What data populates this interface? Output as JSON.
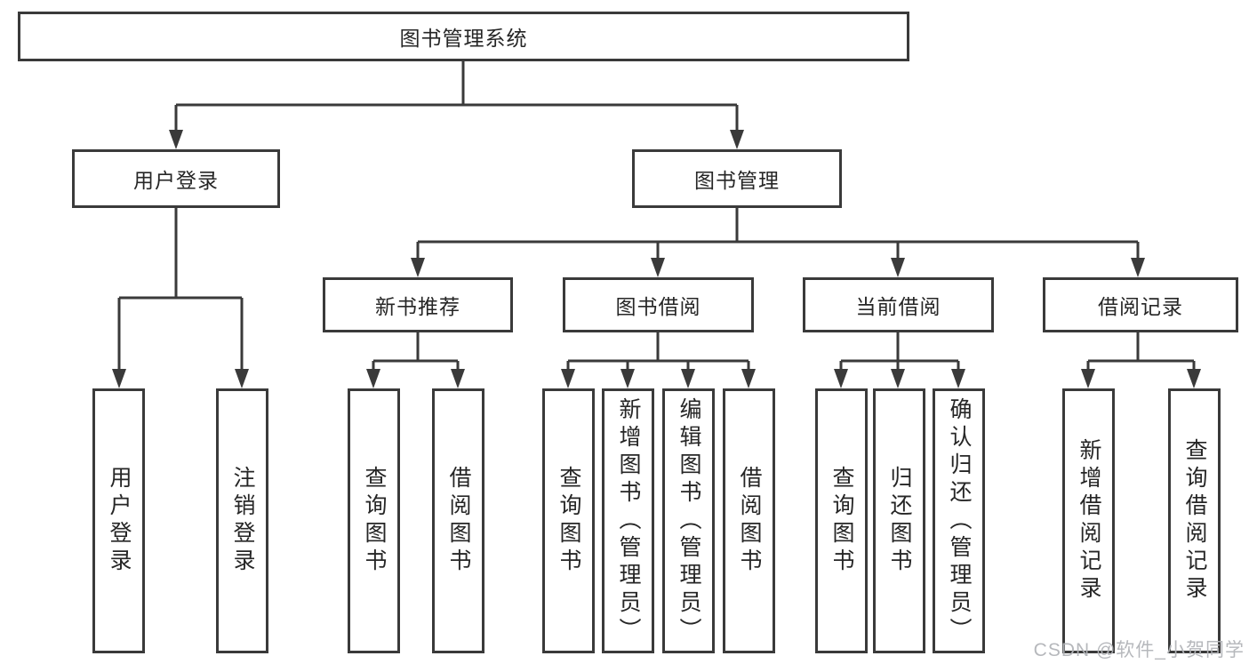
{
  "page": {
    "background": "#ffffff"
  },
  "colors": {
    "line": "#3a3a3a",
    "box_border": "#3a3a3a",
    "text": "#262626",
    "watermark": "#b2b4b8"
  },
  "watermark": {
    "text": "CSDN @软件_小贺同学"
  },
  "tree": {
    "root": {
      "label": "图书管理系统",
      "children": [
        {
          "label": "用户登录",
          "children": [
            {
              "label": "用户登录"
            },
            {
              "label": "注销登录"
            }
          ]
        },
        {
          "label": "图书管理",
          "children": [
            {
              "label": "新书推荐",
              "children": [
                {
                  "label": "查询图书"
                },
                {
                  "label": "借阅图书"
                }
              ]
            },
            {
              "label": "图书借阅",
              "children": [
                {
                  "label": "查询图书"
                },
                {
                  "label": "新增图书（管理员）"
                },
                {
                  "label": "编辑图书（管理员）"
                },
                {
                  "label": "借阅图书"
                }
              ]
            },
            {
              "label": "当前借阅",
              "children": [
                {
                  "label": "查询图书"
                },
                {
                  "label": "归还图书"
                },
                {
                  "label": "确认归还（管理员）"
                }
              ]
            },
            {
              "label": "借阅记录",
              "children": [
                {
                  "label": "新增借阅记录"
                },
                {
                  "label": "查询借阅记录"
                }
              ]
            }
          ]
        }
      ]
    }
  }
}
